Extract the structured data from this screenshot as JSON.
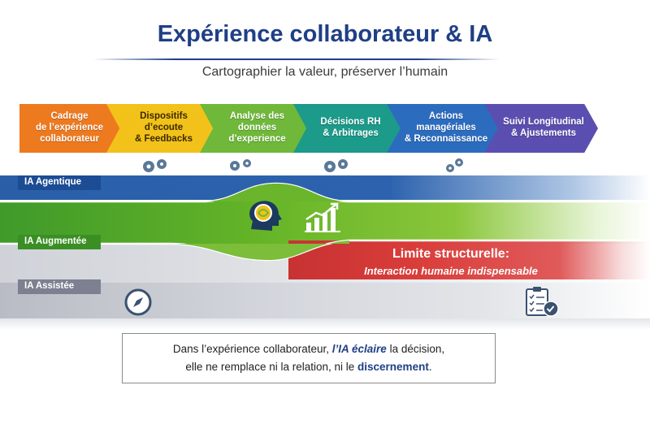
{
  "header": {
    "title": "Expérience collaborateur & IA",
    "subtitle": "Cartographier la valeur, préserver l’humain"
  },
  "steps": [
    {
      "label": "Cadrage\nde l’expérience\ncollaborateur",
      "color": "#ee7a1f"
    },
    {
      "label": "Dispositifs\nd’ecoute\n& Feedbacks",
      "color": "#f2c21a"
    },
    {
      "label": "Analyse des\ndonnées\nd’experience",
      "color": "#6fb83a"
    },
    {
      "label": "Décisions RH\n& Arbitrages",
      "color": "#1c9a8a"
    },
    {
      "label": "Actions\nmanagériales\n& Reconnaissance",
      "color": "#2c6cbf"
    },
    {
      "label": "Suivi Longitudinal\n& Ajustements",
      "color": "#5a4fb0"
    }
  ],
  "levels": {
    "agentique": "IA Agentique",
    "augmentee": "IA Augmentée",
    "assistee": "IA Assistée"
  },
  "limit": {
    "title": "Limite structurelle:",
    "subtitle": "Interaction humaine indispensable"
  },
  "note": {
    "line1_pre": "Dans l’expérience collaborateur,",
    "line1_bold": "l’IA éclaire",
    "line1_post": "la décision,",
    "line2_pre": "elle ne remplace ni la relation, ni le",
    "line2_bold": "discernement",
    "line2_post": "."
  },
  "icons": {
    "gears": "gears-icon",
    "brain": "brain-head-icon",
    "growth": "growth-chart-icon",
    "compass": "compass-icon",
    "checklist": "checklist-icon"
  }
}
